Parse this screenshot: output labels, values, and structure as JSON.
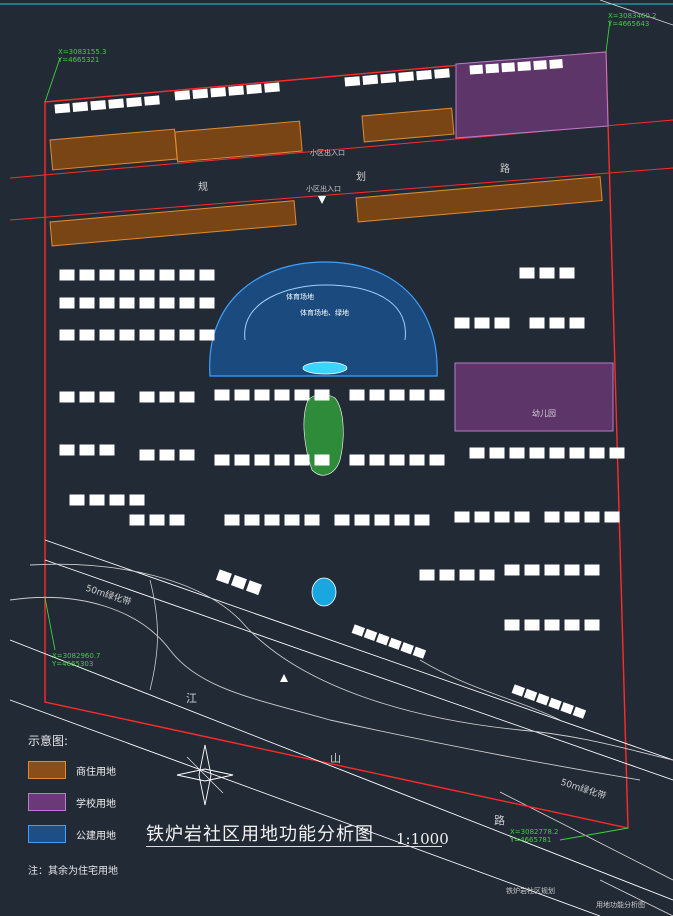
{
  "labels": {
    "road_left": "规",
    "road_mid": "划",
    "road_right": "路",
    "green_belt_left": "50m绿化带",
    "green_belt_right": "50m绿化带",
    "river_1": "江",
    "river_2": "山",
    "river_3": "路",
    "school_plot": "幼儿园",
    "entrance_1": "小区出入口",
    "entrance_2": "小区出入口",
    "sports_label_1": "体育场地",
    "sports_label_2": "体育场地、绿地",
    "coord_1": "X=3083155.3 Y=4665321",
    "coord_2": "X=3083460.2 Y=4665643",
    "coord_3": "X=3082960.7 Y=4665303",
    "coord_4": "X=3082778.2 Y=4665781"
  },
  "legend": {
    "title": "示意图:",
    "items": [
      {
        "label": "商住用地",
        "color": "#8a4e1a",
        "border": "#e08a2e"
      },
      {
        "label": "学校用地",
        "color": "#6a3a78",
        "border": "#b77ccc"
      },
      {
        "label": "公建用地",
        "color": "#1e4e86",
        "border": "#3ea0ff"
      }
    ]
  },
  "note": "注：其余为住宅用地",
  "title": "铁炉岩社区用地功能分析图",
  "scale": "1:1000",
  "footer_1": "铁炉岩社区规划",
  "footer_2": "用地功能分析图",
  "colors": {
    "background": "#222a35",
    "boundary": "#ff2a2a",
    "road_line": "#ffffff",
    "building": "#ffffff",
    "green": "#2e8b3a"
  }
}
